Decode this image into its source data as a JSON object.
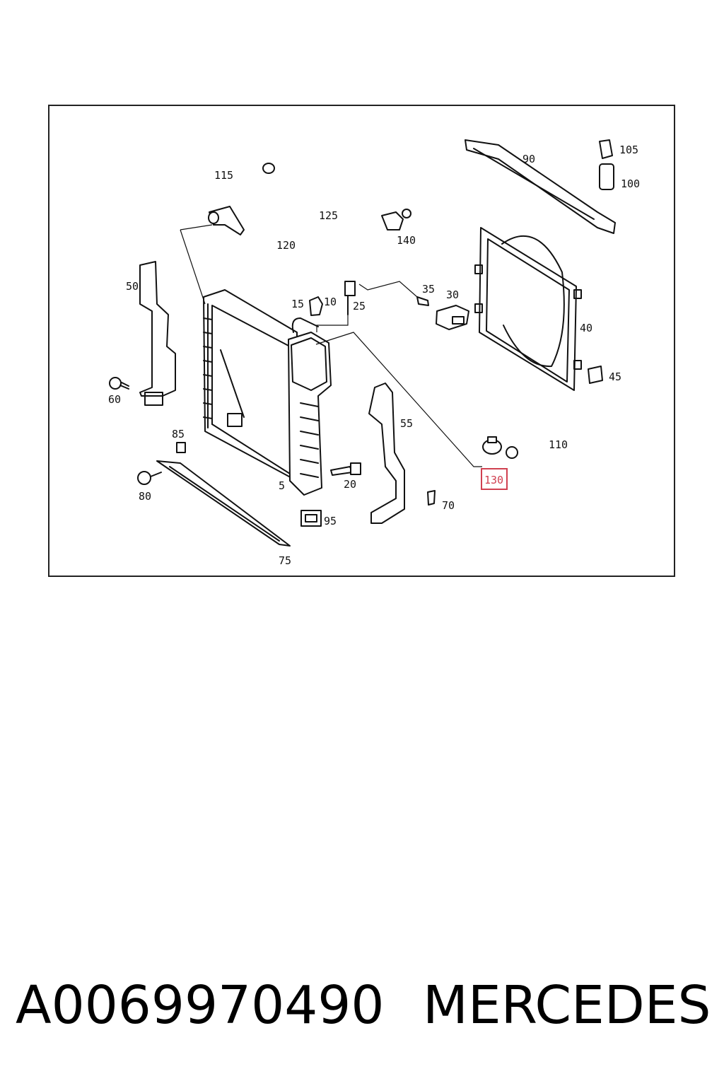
{
  "diagram": {
    "labels": {
      "p5": "5",
      "p10": "10",
      "p15": "15",
      "p20": "20",
      "p25": "25",
      "p30": "30",
      "p35": "35",
      "p40": "40",
      "p45": "45",
      "p50": "50",
      "p55": "55",
      "p60": "60",
      "p70": "70",
      "p75": "75",
      "p80": "80",
      "p85": "85",
      "p90": "90",
      "p95": "95",
      "p100": "100",
      "p105": "105",
      "p110": "110",
      "p115": "115",
      "p120": "120",
      "p125": "125",
      "p130": "130",
      "p140": "140"
    },
    "highlight_color": "#d04050"
  },
  "caption": {
    "part_number": "A0069970490",
    "brand": "MERCEDES"
  }
}
